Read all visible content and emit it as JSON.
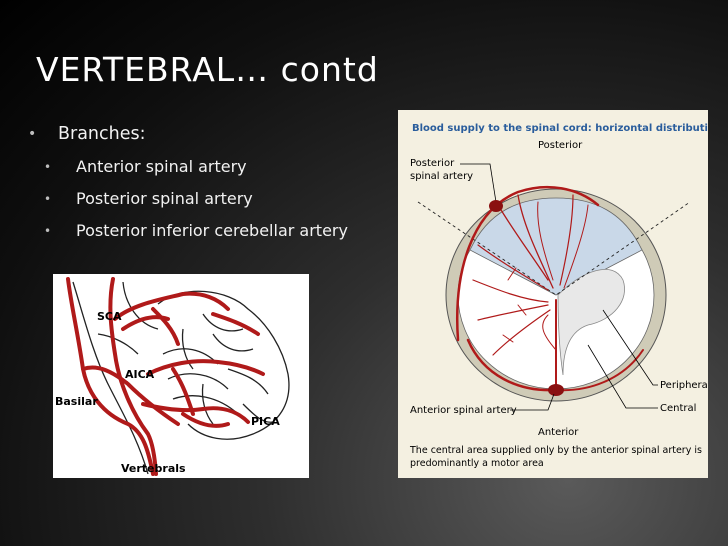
{
  "slide": {
    "title": "VERTEBRAL… contd",
    "bullets": [
      {
        "text": "Branches:",
        "level": 1
      },
      {
        "text": "Anterior spinal artery",
        "level": 2
      },
      {
        "text": "Posterior spinal artery",
        "level": 2
      },
      {
        "text": "Posterior inferior cerebellar artery",
        "level": 2
      }
    ]
  },
  "figure_left": {
    "labels": {
      "sca": "SCA",
      "aica": "AICA",
      "basilar": "Basilar",
      "pica": "PICA",
      "vertebrals": "Vertebrals"
    }
  },
  "figure_right": {
    "title": "Blood supply to the spinal cord: horizontal distribution",
    "labels": {
      "posterior": "Posterior",
      "posterior_spinal_artery_1": "Posterior",
      "posterior_spinal_artery_2": "spinal artery",
      "anterior_spinal_artery": "Anterior spinal artery",
      "peripheral": "Peripheral",
      "central": "Central",
      "anterior": "Anterior"
    },
    "caption_line1": "The central area supplied only by the anterior spinal artery is",
    "caption_line2": "predominantly a motor area"
  },
  "colors": {
    "artery": "#b01a1a",
    "posterior_zone": "#c9d8e8",
    "peripheral_ring": "#cfcbb7",
    "title_blue": "#2a5d9c"
  }
}
